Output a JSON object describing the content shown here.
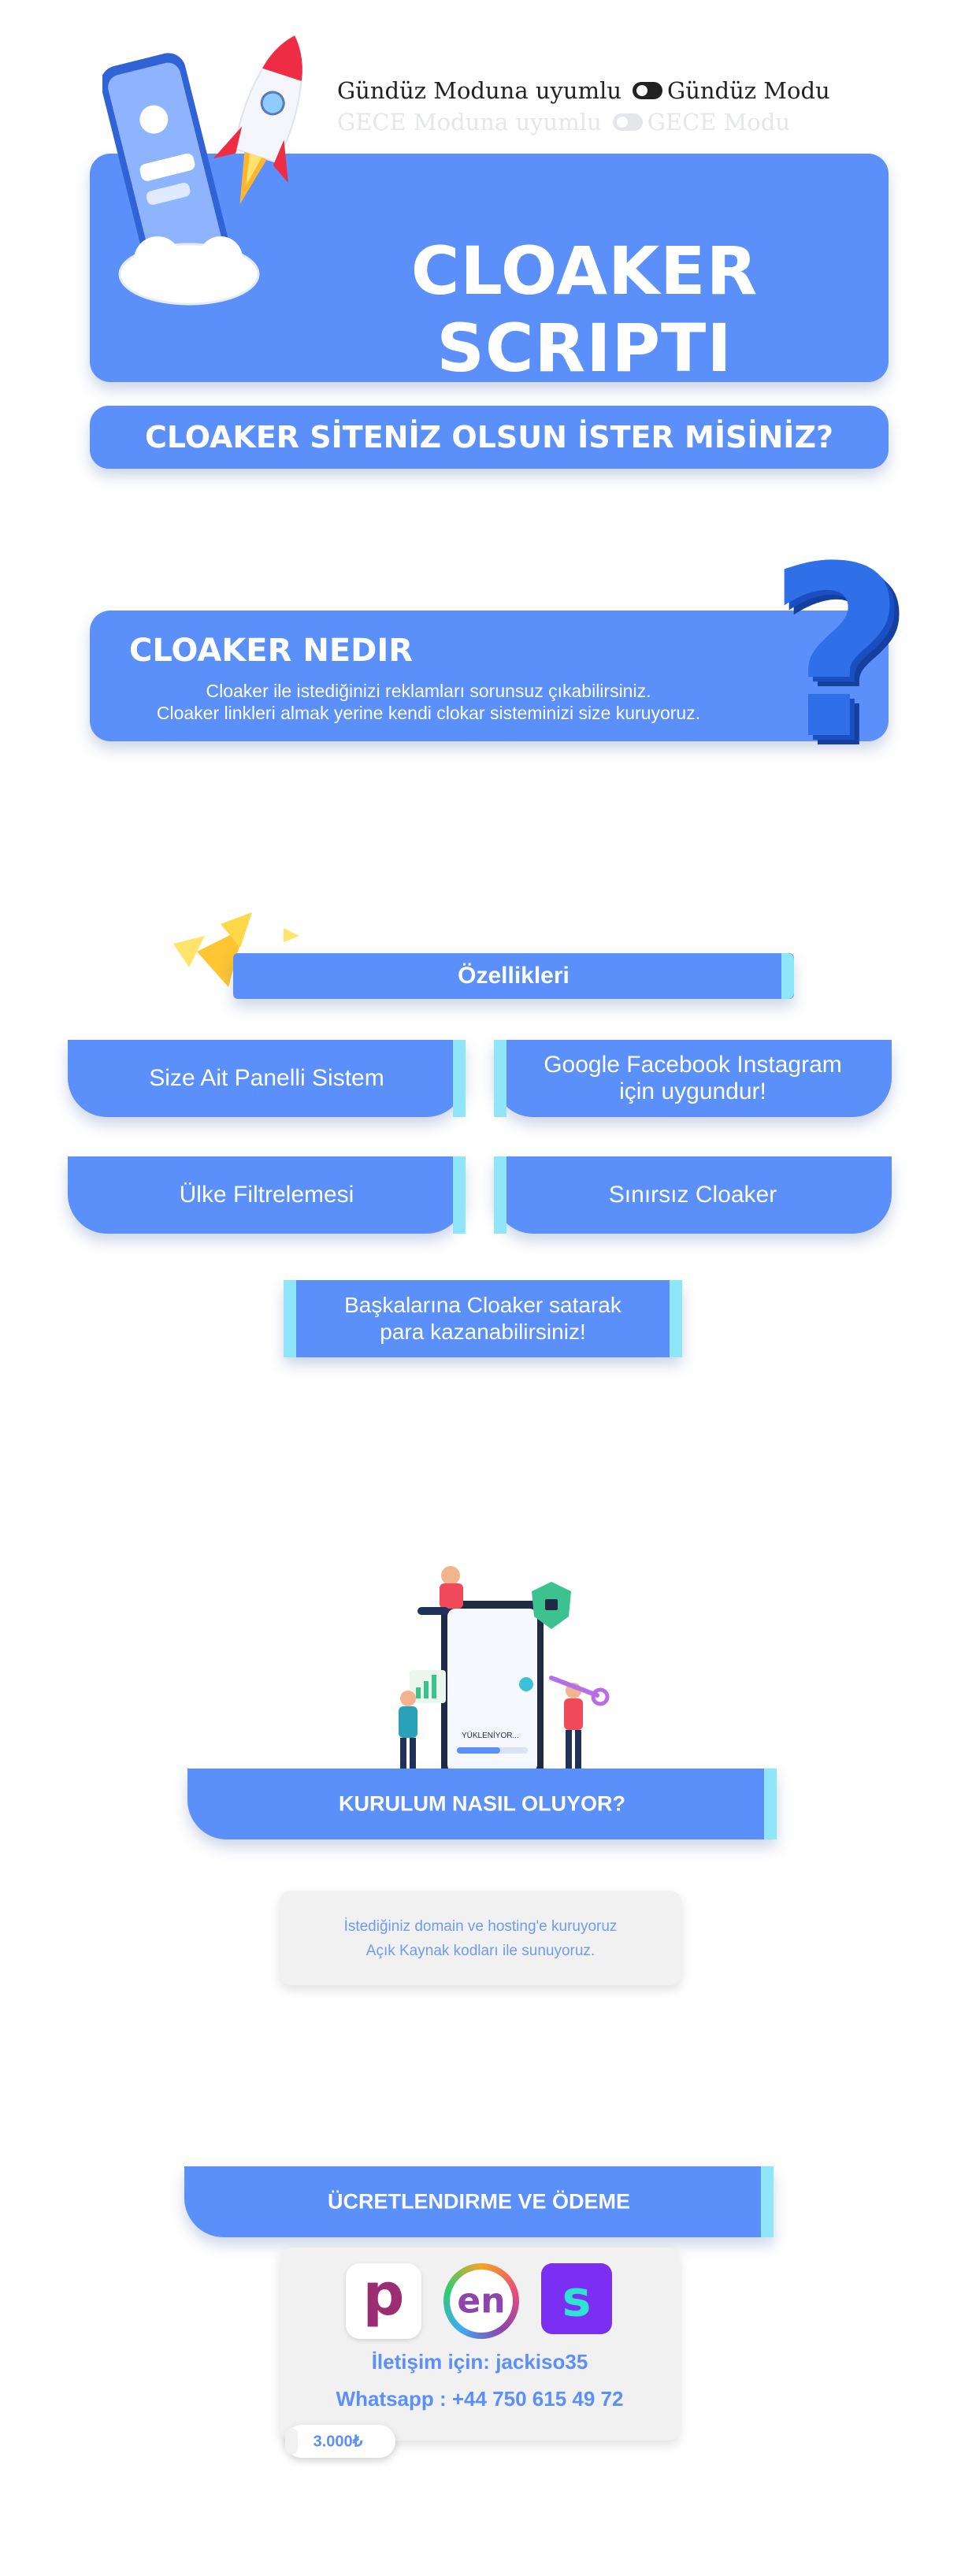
{
  "mode": {
    "day_label_left": "Gündüz Moduna uyumlu",
    "day_label_right": "Gündüz Modu",
    "night_label_left": "GECE Moduna uyumlu",
    "night_label_right": "GECE Modu"
  },
  "hero": {
    "title": "CLOAKER SCRIPTI"
  },
  "cta": {
    "label": "CLOAKER SİTENİZ OLSUN İSTER MİSİNİZ?"
  },
  "what_is": {
    "title": "CLOAKER NEDIR",
    "line1": "Cloaker ile istediğinizi reklamları sorunsuz  çıkabilirsiniz.",
    "line2": "Cloaker linkleri almak yerine kendi clokar sisteminizi size kuruyoruz.",
    "question_glyph": "?"
  },
  "features": {
    "heading": "Özellikleri",
    "items": [
      "Size Ait Panelli Sistem",
      "Google Facebook Instagram için uygundur!",
      "Ülke Filtrelemesi",
      "Sınırsız Cloaker",
      "Başkalarına Cloaker satarak para kazanabilirsiniz!"
    ]
  },
  "setup": {
    "phone_text": "YÜKLENİYOR...",
    "heading": "KURULUM NASIL OLUYOR?",
    "line1": "İstediğiniz domain ve hosting'e kuruyoruz",
    "line2": "Açık Kaynak kodları ile sunuyoruz."
  },
  "pricing": {
    "heading": "ÜCRETLENDIRME VE ÖDEME",
    "payment_icons": [
      "papara-icon",
      "enpara-icon",
      "skrill-icon"
    ],
    "icon_glyphs": [
      "p",
      "en",
      "s"
    ],
    "contact": "İletişim için: jackiso35",
    "whatsapp": "Whatsapp : +44 750 615 49 72",
    "price": "3.000₺"
  },
  "colors": {
    "primary": "#5b8ff9",
    "accent_cyan": "#8ee6f8",
    "text_dark": "#222222"
  }
}
